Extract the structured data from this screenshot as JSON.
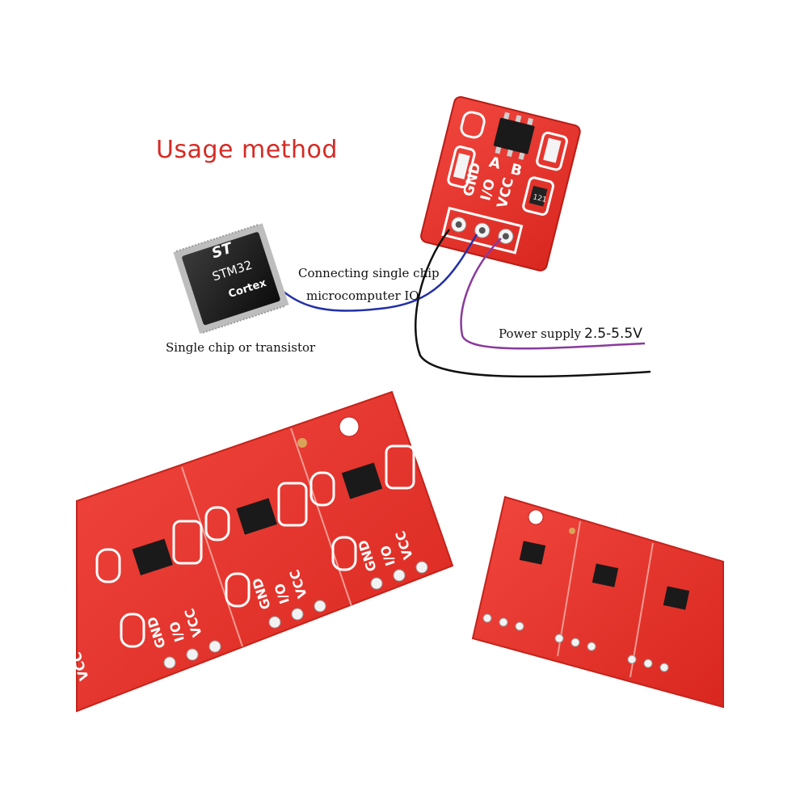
{
  "title": "Usage method",
  "labels": {
    "connecting_line1": "Connecting single chip",
    "connecting_line2": "microcomputer IO",
    "single_chip": "Single chip or transistor",
    "power_supply": "Power supply",
    "power_voltage": "2.5-5.5V"
  },
  "chip": {
    "logo": "ST",
    "model": "STM32",
    "core": "Cortex"
  },
  "module": {
    "pins": [
      "GND",
      "I/O",
      "VCC"
    ],
    "pads": [
      "A",
      "B"
    ],
    "resistor_code": "121"
  },
  "colors": {
    "title": "#d62a24",
    "pcb": "#e8332c",
    "wire_io": "#2230a8",
    "wire_power": "#8a3a9c",
    "wire_gnd": "#111111"
  }
}
